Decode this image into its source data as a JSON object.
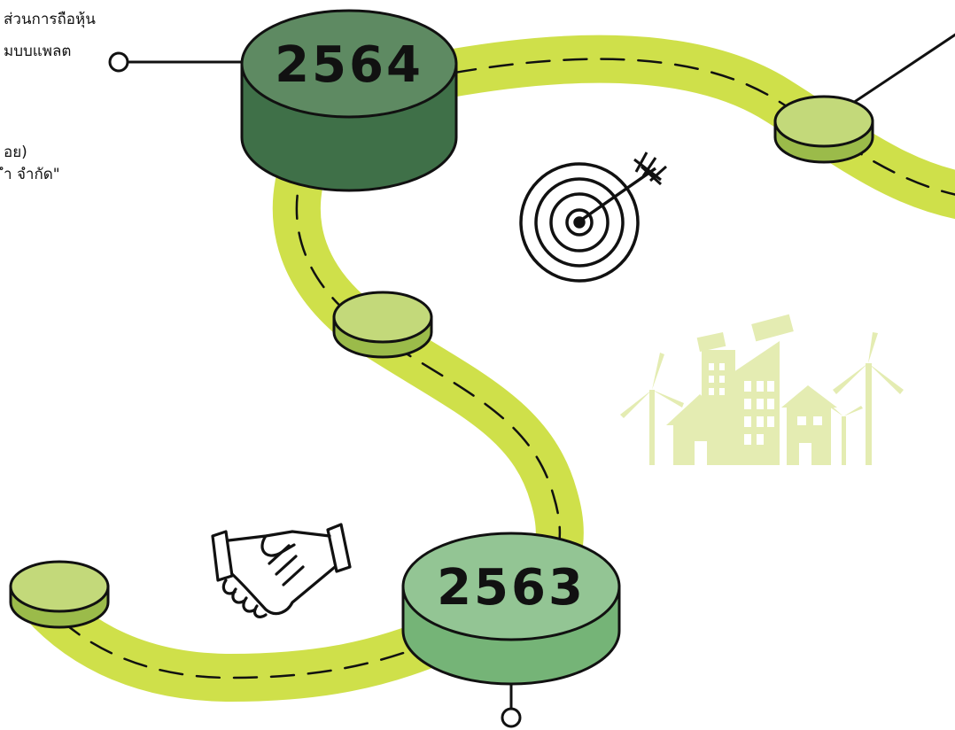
{
  "text_lines": [
    "ส่วนการถือหุ้น",
    "มบบแพลต",
    "อย)",
    "ำ จำกัด\""
  ],
  "milestones": [
    {
      "year": "2564",
      "color_top": "#5e8a62",
      "color_side": "#3f7048"
    },
    {
      "year": "2563",
      "color_top": "#93c594",
      "color_side": "#75b477"
    }
  ],
  "colors": {
    "road": "#cfe04a",
    "small_disc_top": "#c3d97a",
    "small_disc_side": "#9bbb4a",
    "dash": "#111111",
    "city": "#e4ecb2"
  },
  "icons": {
    "target": "target-icon",
    "handshake": "handshake-icon",
    "city": "green-city-icon"
  }
}
